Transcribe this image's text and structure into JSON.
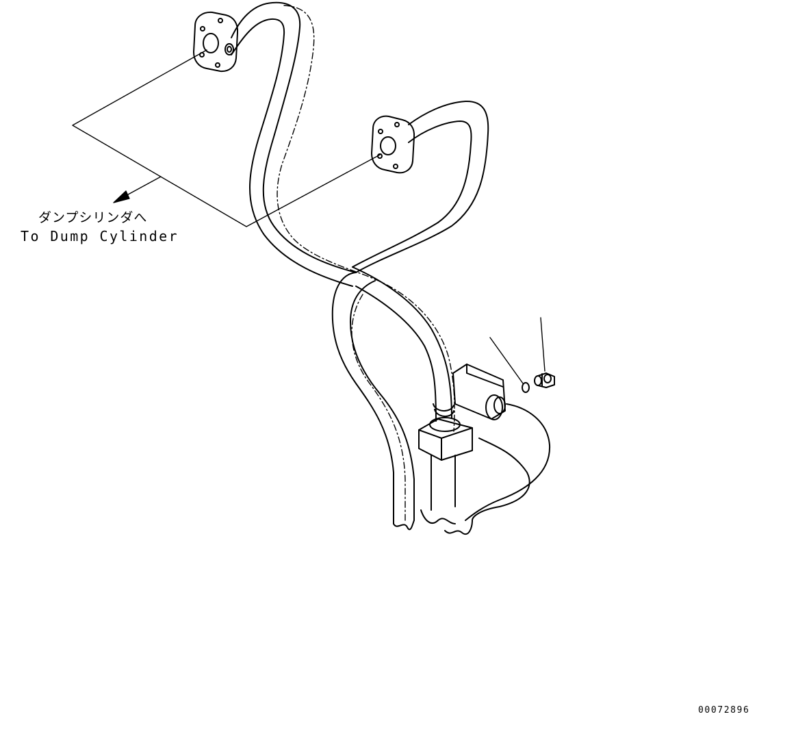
{
  "diagram": {
    "type": "hydraulic piping parts diagram",
    "callout_label_jp": "ダンプシリンダへ",
    "callout_label_en": "To Dump Cylinder",
    "drawing_number": "00072896",
    "line_color": "#000000",
    "background_color": "#ffffff"
  }
}
